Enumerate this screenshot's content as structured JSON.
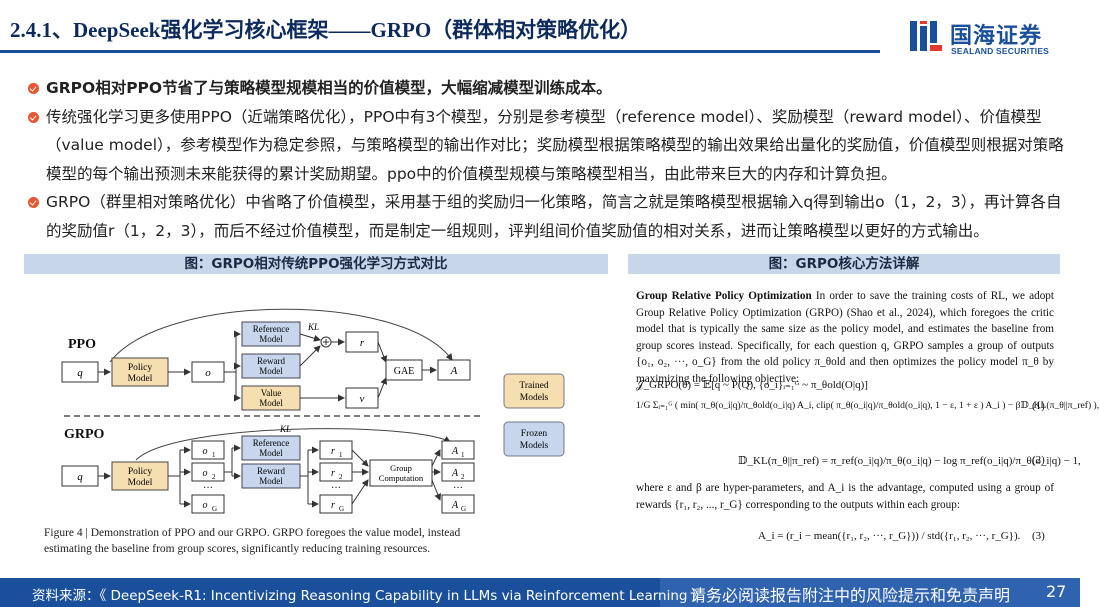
{
  "header": {
    "title": "2.4.1、DeepSeek强化学习核心框架——GRPO（群体相对策略优化）",
    "logo_cn": "国海证券",
    "logo_en": "SEALAND SECURITIES",
    "colors": {
      "brand": "#1a4f9c",
      "bullet": "#e8552e"
    }
  },
  "bullets": [
    "GRPO相对PPO节省了与策略模型规模相当的价值模型，大幅缩减模型训练成本。",
    "传统强化学习更多使用PPO（近端策略优化），PPO中有3个模型，分别是参考模型（reference model）、奖励模型（reward model）、价值模型（value model），参考模型作为稳定参照，与策略模型的输出作对比；奖励模型根据策略模型的输出效果给出量化的奖励值，价值模型则根据对策略模型的每个输出预测未来能获得的累计奖励期望。ppo中的价值模型规模与策略模型相当，由此带来巨大的内存和计算负担。",
    "GRPO（群里相对策略优化）中省略了价值模型，采用基于组的奖励归一化策略，简言之就是策略模型根据输入q得到输出o（1，2，3），再计算各自的奖励值r（1，2，3），而后不经过价值模型，而是制定一组规则，评判组间价值奖励值的相对关系，进而让策略模型以更好的方式输出。"
  ],
  "figures": {
    "left_caption": "图：GRPO相对传统PPO强化学习方式对比",
    "right_caption": "图：GRPO核心方法详解",
    "diagram": {
      "ppo_label": "PPO",
      "grpo_label": "GRPO",
      "q": "q",
      "policy": [
        "Policy",
        "Model"
      ],
      "o": "o",
      "reference": [
        "Reference",
        "Model"
      ],
      "reward": [
        "Reward",
        "Model"
      ],
      "value": [
        "Value",
        "Model"
      ],
      "kl": "KL",
      "r": "r",
      "v": "v",
      "gae": "GAE",
      "a": "A",
      "trained": [
        "Trained",
        "Models"
      ],
      "frozen": [
        "Frozen",
        "Models"
      ],
      "group_comp": [
        "Group",
        "Computation"
      ],
      "outputs": [
        "o",
        "o",
        "o"
      ],
      "subs": [
        "1",
        "2",
        "G"
      ],
      "dots": "···",
      "caption_line1": "Figure 4 | Demonstration of PPO and our GRPO. GRPO foregoes the value model, instead",
      "caption_line2": "estimating the baseline from group scores, significantly reducing training resources."
    },
    "paper": {
      "heading": "Group Relative Policy Optimization",
      "text1": " In order to save the training costs of RL, we adopt Group Relative Policy Optimization (GRPO) (Shao et al., 2024), which foregoes the critic model that is typically the same size as the policy model, and estimates the baseline from group scores instead. Specifically, for each question q, GRPO samples a group of outputs {o₁, o₂, ···, o_G} from the old policy π_θold and then optimizes the policy model π_θ by maximizing the following objective:",
      "eq1a": "𝒥_GRPO(θ) = 𝔼[q ~ P(Q), {o_i}ᵢ₌₁ᴳ ~ π_θold(O|q)]",
      "eq1b": "1/G Σᵢ₌₁ᴳ ( min( π_θ(o_i|q)/π_θold(o_i|q) A_i, clip( π_θ(o_i|q)/π_θold(o_i|q), 1 − ε, 1 + ε ) A_i ) − β𝔻_KL(π_θ||π_ref) ),",
      "eq1_num": "(1)",
      "eq2": "𝔻_KL(π_θ||π_ref) = π_ref(o_i|q)/π_θ(o_i|q) − log π_ref(o_i|q)/π_θ(o_i|q) − 1,",
      "eq2_num": "(2)",
      "text2": "where ε and β are hyper-parameters, and A_i is the advantage, computed using a group of rewards {r₁, r₂, ..., r_G} corresponding to the outputs within each group:",
      "eq3": "A_i = (r_i − mean({r₁, r₂, ···, r_G})) / std({r₁, r₂, ···, r_G}).",
      "eq3_num": "(3)"
    }
  },
  "footer": {
    "source": "资料来源：《 DeepSeek-R1: Incentivizing Reasoning Capability in LLMs via Reinforcement Learning 》",
    "disclaimer": "请务必阅读报告附注中的风险提示和免责声明",
    "page": "27"
  }
}
